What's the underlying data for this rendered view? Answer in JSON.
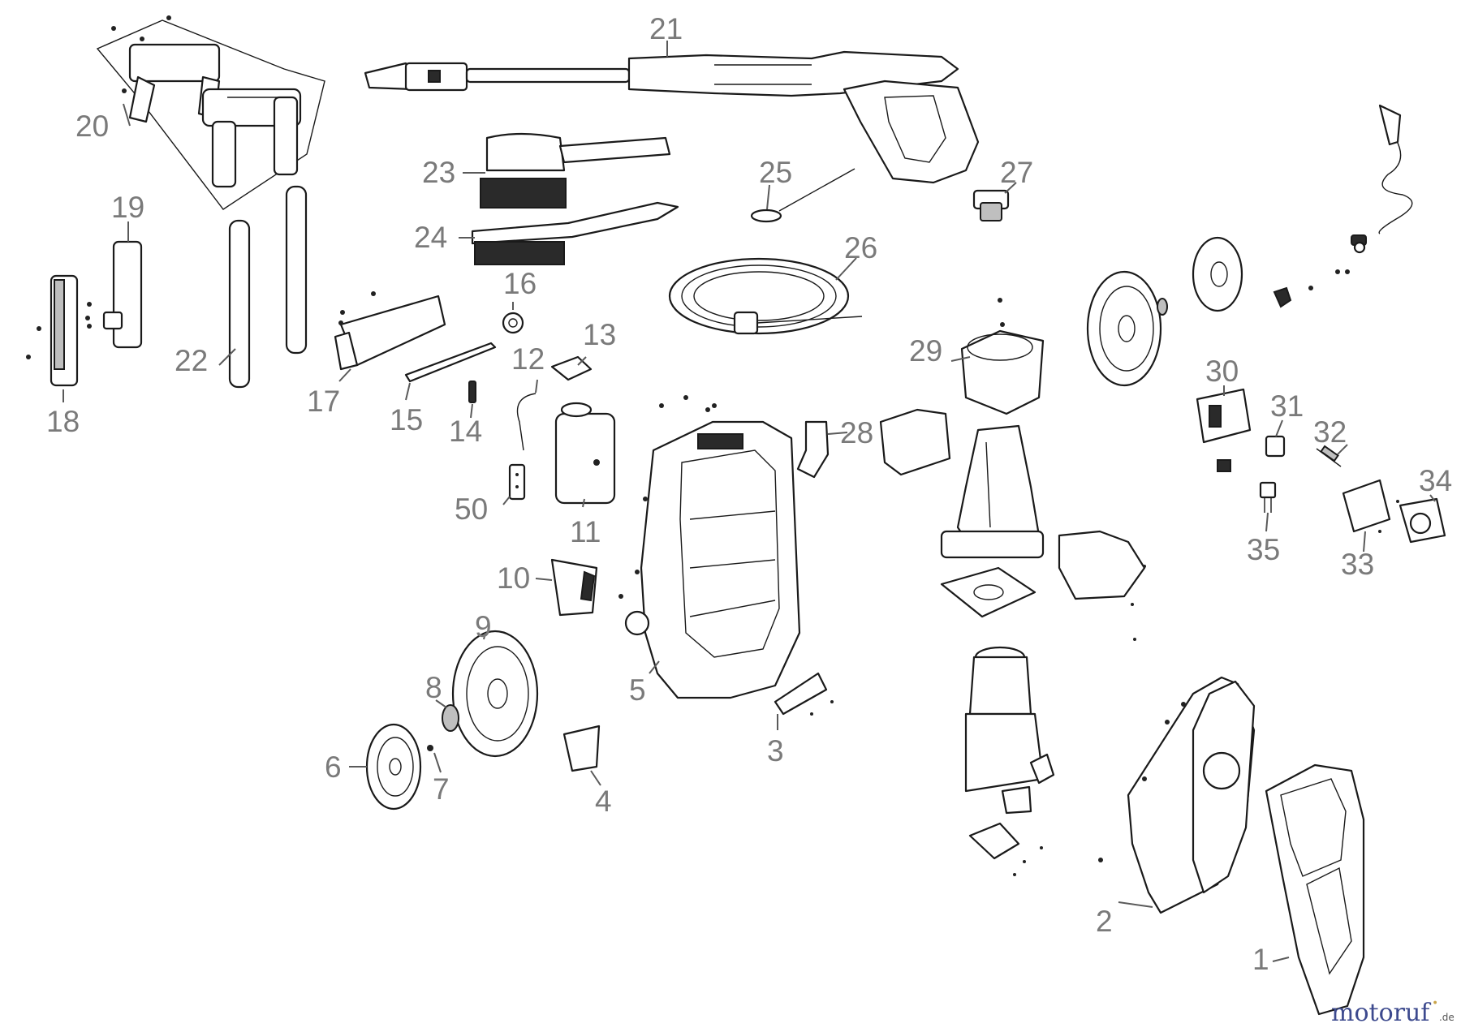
{
  "diagram": {
    "labels": {
      "p1": "1",
      "p2": "2",
      "p3": "3",
      "p4": "4",
      "p5": "5",
      "p6": "6",
      "p7": "7",
      "p8": "8",
      "p9": "9",
      "p10": "10",
      "p11": "11",
      "p12": "12",
      "p13": "13",
      "p14": "14",
      "p15": "15",
      "p16": "16",
      "p17": "17",
      "p18": "18",
      "p19": "19",
      "p20": "20",
      "p21": "21",
      "p22": "22",
      "p23": "23",
      "p24": "24",
      "p25": "25",
      "p26": "26",
      "p27": "27",
      "p28": "28",
      "p29": "29",
      "p30": "30",
      "p31": "31",
      "p32": "32",
      "p33": "33",
      "p34": "34",
      "p35": "35",
      "p50": "50"
    }
  },
  "watermark": {
    "brand_main": "motoruf",
    "brand_dot": "·",
    "brand_tld": ".de"
  }
}
